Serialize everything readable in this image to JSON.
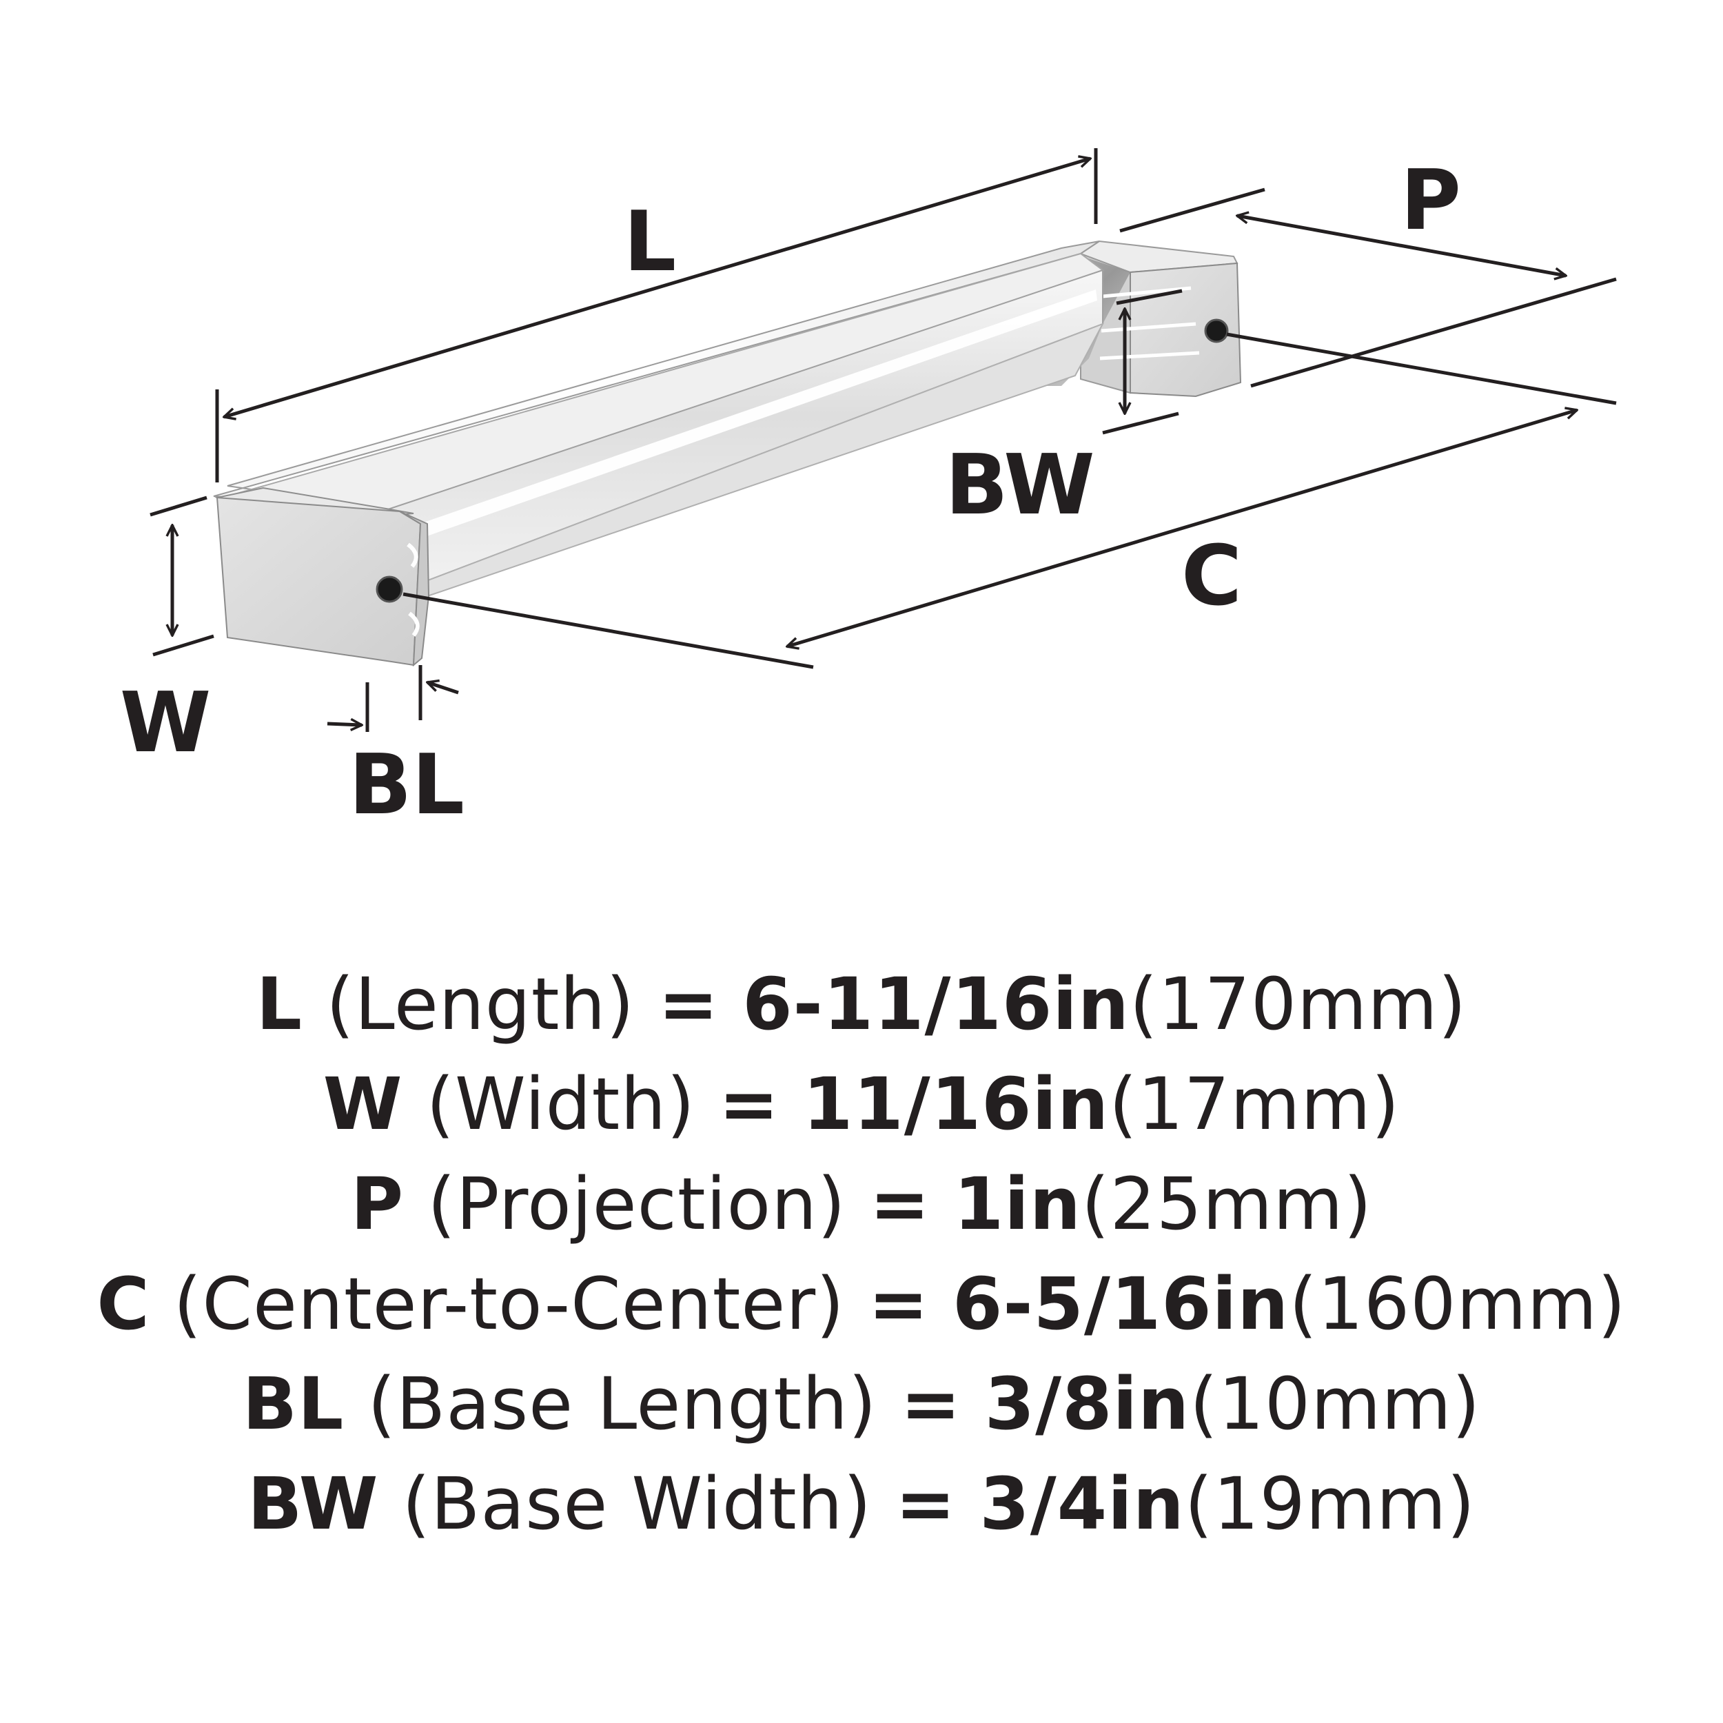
{
  "diagram": {
    "labels": {
      "L": "L",
      "P": "P",
      "BW": "BW",
      "C": "C",
      "W": "W",
      "BL": "BL"
    }
  },
  "specs": [
    {
      "code": "L",
      "name": "(Length)",
      "eq": "=",
      "imperial": "6-11/16in",
      "metric": "(170mm)"
    },
    {
      "code": "W",
      "name": "(Width)",
      "eq": "=",
      "imperial": "11/16in",
      "metric": "(17mm)"
    },
    {
      "code": "P",
      "name": "(Projection)",
      "eq": "=",
      "imperial": "1in",
      "metric": "(25mm)"
    },
    {
      "code": "C",
      "name": "(Center-to-Center)",
      "eq": "=",
      "imperial": "6-5/16in",
      "metric": "(160mm)"
    },
    {
      "code": "BL",
      "name": "(Base Length)",
      "eq": "=",
      "imperial": "3/8in",
      "metric": "(10mm)"
    },
    {
      "code": "BW",
      "name": "(Base Width)",
      "eq": "=",
      "imperial": "3/4in",
      "metric": "(19mm)"
    }
  ]
}
